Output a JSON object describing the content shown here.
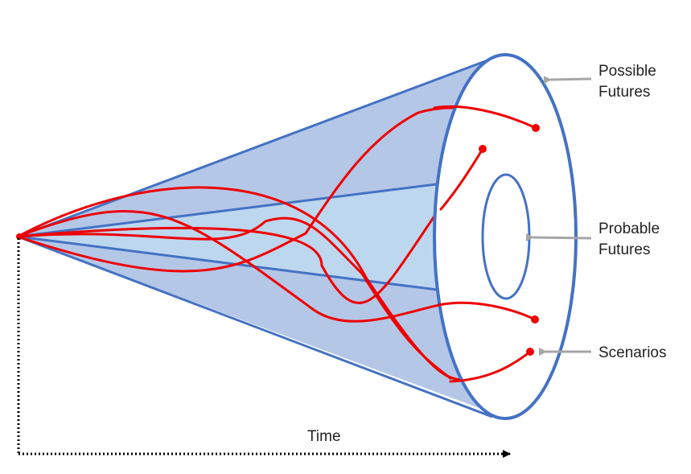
{
  "labels": {
    "possible_line1": "Possible",
    "possible_line2": "Futures",
    "probable_line1": "Probable",
    "probable_line2": "Futures",
    "scenarios": "Scenarios",
    "time": "Time"
  },
  "colors": {
    "outer_cone_fill": "#b4c7e7",
    "inner_cone_fill": "#bdd7ee",
    "cone_stroke": "#4472c4",
    "scenario_line": "#ee0000",
    "pointer_arrow": "#a6a6a6",
    "time_axis": "#000000"
  }
}
